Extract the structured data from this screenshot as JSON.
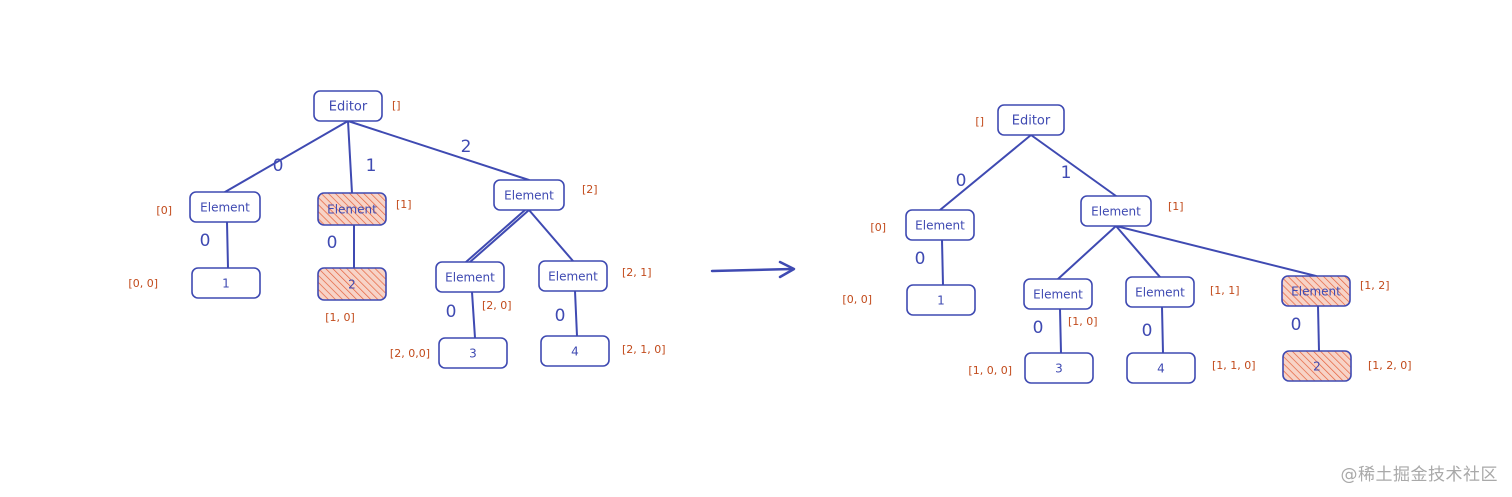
{
  "colors": {
    "ink": "#3f4ab2",
    "path_label": "#c24b1c",
    "highlight_fill": "#f2b8a7",
    "highlight_hatch": "#e5603b",
    "box_fill": "#ffffff",
    "watermark": "#a9a9a9"
  },
  "diagram": {
    "left_tree": {
      "root": {
        "label": "Editor",
        "path": "[]"
      },
      "children": [
        {
          "label": "Element",
          "path": "[0]",
          "edge": "0",
          "highlighted": false,
          "children": [
            {
              "label": "1",
              "path": "[0, 0]",
              "edge": "0",
              "highlighted": false
            }
          ]
        },
        {
          "label": "Element",
          "path": "[1]",
          "edge": "1",
          "highlighted": true,
          "children": [
            {
              "label": "2",
              "path": "[1, 0]",
              "edge": "0",
              "highlighted": true
            }
          ]
        },
        {
          "label": "Element",
          "path": "[2]",
          "edge": "2",
          "highlighted": false,
          "children": [
            {
              "label": "Element",
              "path": "[2, 0]",
              "highlighted": false,
              "children": [
                {
                  "label": "3",
                  "path": "[2, 0,0]",
                  "edge": "0",
                  "highlighted": false
                }
              ]
            },
            {
              "label": "Element",
              "path": "[2, 1]",
              "highlighted": false,
              "children": [
                {
                  "label": "4",
                  "path": "[2, 1, 0]",
                  "edge": "0",
                  "highlighted": false
                }
              ]
            }
          ]
        }
      ]
    },
    "right_tree": {
      "root": {
        "label": "Editor",
        "path": "[]"
      },
      "children": [
        {
          "label": "Element",
          "path": "[0]",
          "edge": "0",
          "highlighted": false,
          "children": [
            {
              "label": "1",
              "path": "[0, 0]",
              "edge": "0",
              "highlighted": false
            }
          ]
        },
        {
          "label": "Element",
          "path": "[1]",
          "edge": "1",
          "highlighted": false,
          "children": [
            {
              "label": "Element",
              "path": "[1, 0]",
              "highlighted": false,
              "children": [
                {
                  "label": "3",
                  "path": "[1, 0, 0]",
                  "edge": "0",
                  "highlighted": false
                }
              ]
            },
            {
              "label": "Element",
              "path": "[1, 1]",
              "highlighted": false,
              "children": [
                {
                  "label": "4",
                  "path": "[1, 1, 0]",
                  "edge": "0",
                  "highlighted": false
                }
              ]
            },
            {
              "label": "Element",
              "path": "[1, 2]",
              "highlighted": true,
              "children": [
                {
                  "label": "2",
                  "path": "[1, 2, 0]",
                  "edge": "0",
                  "highlighted": true
                }
              ]
            }
          ]
        }
      ]
    }
  },
  "watermark": "@稀土掘金技术社区"
}
